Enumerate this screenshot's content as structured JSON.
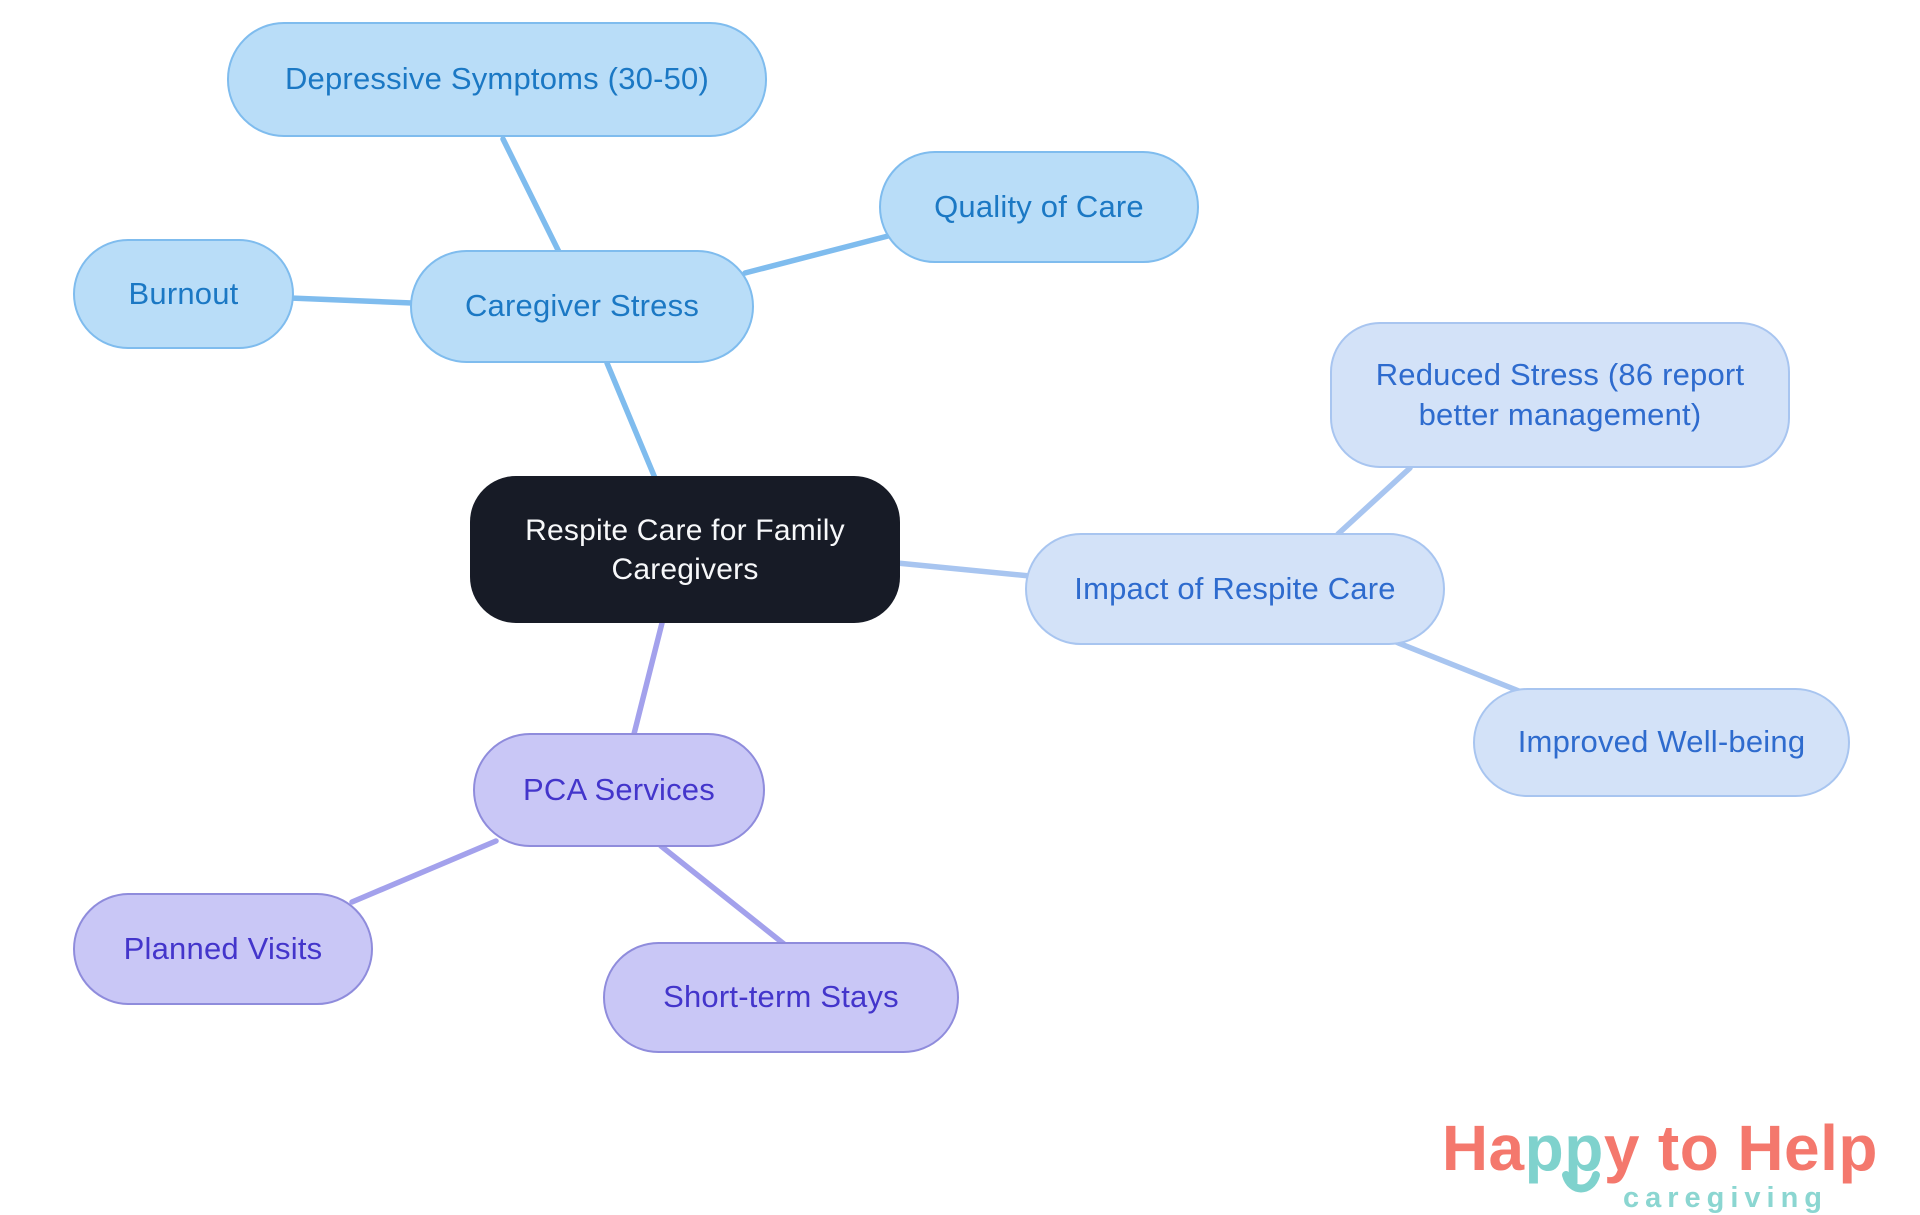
{
  "diagram": {
    "type": "mindmap",
    "central": {
      "id": "central",
      "label": "Respite Care for Family Caregivers",
      "colors": {
        "fill": "#171B26",
        "text": "#F7F8FA"
      }
    },
    "branches": [
      {
        "id": "caregiver-stress",
        "label": "Caregiver Stress",
        "colors": {
          "fill": "#B9DDF8",
          "border": "#7FBCEE",
          "text": "#1B78C4",
          "line": "#7FBCEE"
        },
        "children": [
          {
            "id": "depressive-symptoms",
            "label": "Depressive Symptoms (30-50)"
          },
          {
            "id": "burnout",
            "label": "Burnout"
          },
          {
            "id": "quality-of-care",
            "label": "Quality of Care"
          }
        ]
      },
      {
        "id": "impact-of-respite-care",
        "label": "Impact of Respite Care",
        "colors": {
          "fill": "#D3E2F8",
          "border": "#A8C5F0",
          "text": "#2E6BCE",
          "line": "#A8C5F0"
        },
        "children": [
          {
            "id": "reduced-stress",
            "label": "Reduced Stress (86 report better management)"
          },
          {
            "id": "improved-well-being",
            "label": "Improved Well-being"
          }
        ]
      },
      {
        "id": "pca-services",
        "label": "PCA Services",
        "colors": {
          "fill": "#C9C7F6",
          "border": "#8F8CDC",
          "text": "#4335CB",
          "line": "#A3A1EC"
        },
        "children": [
          {
            "id": "planned-visits",
            "label": "Planned Visits"
          },
          {
            "id": "short-term-stays",
            "label": "Short-term Stays"
          }
        ]
      }
    ]
  },
  "logo": {
    "brand_prefix": "Ha",
    "brand_teal": "pp",
    "brand_suffix": "y",
    "brand_word2": "to",
    "brand_word3": "Help",
    "tagline": "caregiving",
    "smile_icon": "smile-arc",
    "colors": {
      "coral": "#F4786D",
      "teal": "#7FD2CD",
      "tagline_teal": "#8BD6D1"
    }
  }
}
